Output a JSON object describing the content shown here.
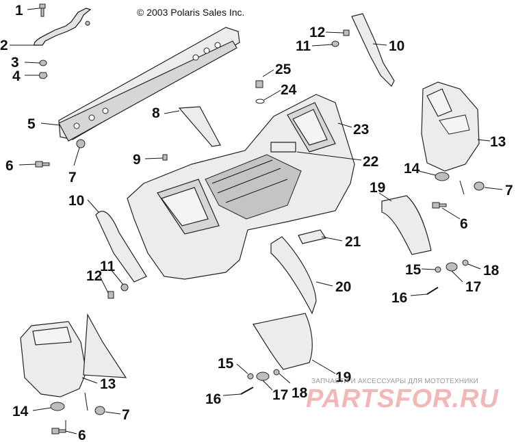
{
  "copyright": "© 2003 Polaris Sales Inc.",
  "watermark": {
    "subtitle": "ЗАПЧАСТИ И АКСЕССУАРЫ ДЛЯ МОТОТЕХНИКИ",
    "logo": "PARTSFOR.RU",
    "color": "#f2b8b8"
  },
  "callouts": [
    "1",
    "2",
    "3",
    "4",
    "5",
    "6",
    "7",
    "8",
    "9",
    "10",
    "11",
    "12",
    "13",
    "14",
    "15",
    "16",
    "17",
    "18",
    "19",
    "20",
    "21",
    "22",
    "23",
    "24",
    "25"
  ],
  "labels": {
    "l1": "1",
    "l2": "2",
    "l3": "3",
    "l4": "4",
    "l5": "5",
    "l6a": "6",
    "l7a": "7",
    "l8": "8",
    "l9": "9",
    "l10a": "10",
    "l11a": "11",
    "l12a": "12",
    "l13a": "13",
    "l14a": "14",
    "l12b": "12",
    "l11b": "11",
    "l10b": "10",
    "l25": "25",
    "l24": "24",
    "l23": "23",
    "l22": "22",
    "l13b": "13",
    "l14b": "14",
    "l7b": "7",
    "l19a": "19",
    "l6b": "6",
    "l21": "21",
    "l15a": "15",
    "l18a": "18",
    "l17a": "17",
    "l16a": "16",
    "l20": "20",
    "l15b": "15",
    "l16b": "16",
    "l17b": "17",
    "l18b": "18",
    "l19b": "19",
    "l6c": "6",
    "l7c": "7"
  }
}
